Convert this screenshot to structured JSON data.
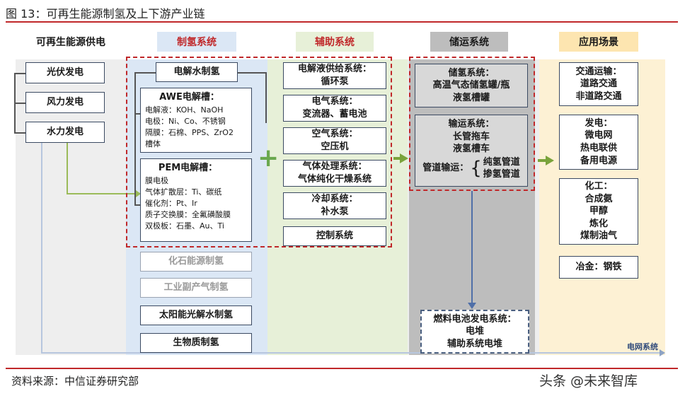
{
  "figure": {
    "title": "图 13：可再生能源制氢及上下游产业链",
    "source": "资料来源：中信证券研究部",
    "watermark": "头条 @未来智库"
  },
  "columns": {
    "renewable": "可再生能源供电",
    "hydrogen": "制氢系统",
    "auxiliary": "辅助系统",
    "storage": "储运系统",
    "application": "应用场景"
  },
  "renewable_items": [
    "光伏发电",
    "风力发电",
    "水力发电"
  ],
  "hydrogen": {
    "electrolysis_title": "电解水制氢",
    "awe": {
      "title": "AWE电解槽：",
      "lines": [
        "电解液：KOH、NaOH",
        "电极：Ni、Co、不锈钢",
        "隔膜：石棉、PPS、ZrO2",
        "槽体"
      ]
    },
    "pem": {
      "title": "PEM电解槽：",
      "lines": [
        "膜电极",
        "气体扩散层：Ti、碳纸",
        "催化剂：Pt、Ir",
        "质子交换膜：全氟磺酸膜",
        "双极板：石墨、Au、Ti"
      ]
    },
    "fossil": "化石能源制氢",
    "industrial": "工业副产气制氢",
    "solar": "太阳能光解水制氢",
    "biomass": "生物质制氢"
  },
  "plus_sign": "+",
  "auxiliary_items": [
    {
      "title": "电解液供给系统：",
      "sub": "循环泵"
    },
    {
      "title": "电气系统：",
      "sub": "变流器、蓄电池"
    },
    {
      "title": "空气系统：",
      "sub": "空压机"
    },
    {
      "title": "气体处理系统：",
      "sub": "气体纯化干燥系统"
    },
    {
      "title": "冷却系统：",
      "sub": "补水泵"
    },
    {
      "title": "控制系统",
      "sub": ""
    }
  ],
  "storage": {
    "store_title": "储氢系统：",
    "store_sub1": "高温气态储氢罐/瓶",
    "store_sub2": "液氢槽罐",
    "transport_title": "输运系统：",
    "transport_sub1": "长管拖车",
    "transport_sub2": "液氢槽车",
    "pipeline_label": "管道输运：",
    "pipeline_pure": "纯氢管道",
    "pipeline_mixed": "掺氢管道",
    "fuelcell_title": "燃料电池发电系统：",
    "fuelcell_sub1": "电堆",
    "fuelcell_sub2": "辅助系统电堆"
  },
  "applications": [
    {
      "title": "交通运输：",
      "lines": [
        "道路交通",
        "非道路交通"
      ]
    },
    {
      "title": "发电：",
      "lines": [
        "微电网",
        "热电联供",
        "备用电源"
      ]
    },
    {
      "title": "化工：",
      "lines": [
        "合成氨",
        "甲醇",
        "炼化",
        "煤制油气"
      ]
    },
    {
      "title": "冶金：钢铁",
      "lines": []
    }
  ],
  "grid_label": "电网系统",
  "colors": {
    "accent_red": "#c0282a",
    "hydrogen_band": "#dbe7f5",
    "auxiliary_band": "#e7f0d8",
    "storage_band": "#bdbdbd",
    "application_band": "#fdf1d4",
    "arrow_green": "#7aa33b"
  }
}
